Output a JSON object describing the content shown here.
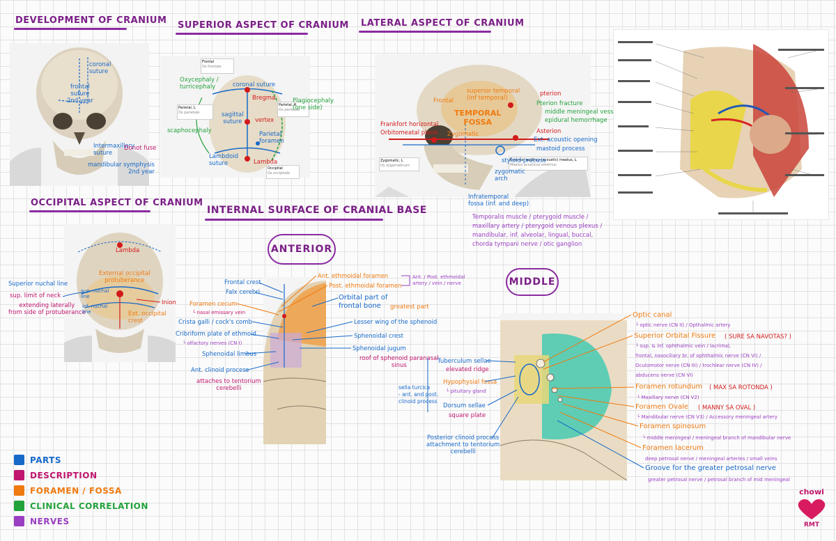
{
  "titles": {
    "development": "DEVELOPMENT OF CRANIUM",
    "superior": "SUPERIOR ASPECT OF CRANIUM",
    "lateral": "LATERAL ASPECT OF CRANIUM",
    "occipital": "OCCIPITAL ASPECT OF CRANIUM",
    "internal": "INTERNAL SURFACE OF CRANIAL BASE"
  },
  "pills": {
    "anterior": "ANTERIOR",
    "middle": "MIDDLE"
  },
  "development": {
    "coronal_suture": "coronal\nsuture",
    "frontal_suture": "frontal\nsuture\n2nd year",
    "intermaxillary": "Intermaxillary\nsuture",
    "donot_fuse": "Donot fuse",
    "mandibular": "mandibular symphysis\n2nd year"
  },
  "superior": {
    "oxycephaly": "Oxycephaly /\nturricephaly",
    "coronal_suture": "coronal suture",
    "bregma": "Bregma",
    "plagiocephaly": "Plagiocephaly\n(one side)",
    "sagittal": "sagittal\nsuture",
    "vertex": "vertex",
    "parietal_foramen": "Parietal\nforamen",
    "scaphocephaly": "scaphocephaly",
    "lambdoid": "Lambdoid\nsuture",
    "lambda": "Lambda",
    "tag_frontal": "Frontal",
    "tag_frontal_sub": "Os frontale",
    "tag_parietal_l": "Parietal, L",
    "tag_parietal_l_sub": "Os parietale",
    "tag_parietal_r": "Parietal, R",
    "tag_parietal_r_sub": "Os parietale",
    "tag_occipital": "Occipital",
    "tag_occipital_sub": "Os occipitale"
  },
  "lateral": {
    "pterion": "pterion",
    "pterion_fracture": "Pterion fracture",
    "mmv": "middle meningeal vessels",
    "epidural": "epidural hemorrhage",
    "frontal": "Frontal",
    "superior_temporal": "superior temporal\n(inf temporal)",
    "temporal_fossa": "TEMPORAL\nFOSSA",
    "frankfort": "Frankfort horizontal",
    "orbitomeatal": "Orbitomeatal plane",
    "zygomatic_lbl": "Zygomatic",
    "asterion": "Asterion",
    "ext_acoustic": "Ext. acoustic opening",
    "mastoid": "mastoid process",
    "styloid": "styloid process",
    "zygomatic_arch": "zygomatic\narch",
    "tag_zygomatic": "Zygomatic, L",
    "tag_zygomatic_sub": "Os zygomaticum",
    "tag_ext_aud": "External auditory (acoustic) meatus, L",
    "tag_ext_aud_sub": "Meatus acusticus externus",
    "infratemporal": "Infratemporal\nfossa (inf. and deep)",
    "contents": "Temporalis muscle / pterygoid muscle /\nmaxillary artery / pterygoid venous plexus /\nmandibular, inf. alveolar, lingual, buccal,\nchorda tympani nerve / otic ganglion"
  },
  "occipital": {
    "lambda": "Lambda",
    "ext_occ_prot": "External occipital\nprotuberance",
    "sup_nuchal": "Superior nuchal line",
    "sup_limit": "sup. limit of neck",
    "extending": "extending laterally\nfrom side of protuberance",
    "sup_nuchal_line": "sup. nuchal\nline",
    "inf_nuchal_line": "inf. nuchal\nline",
    "inion": "Inion",
    "ext_occ_crest": "Ext. occipital\ncrest"
  },
  "anterior": {
    "frontal_crest": "Frontal crest",
    "falx": "Falx cerebri",
    "foramen_cecum": "Foramen cecum",
    "nasal_emissary": "└ nasal emissary vein",
    "crista_galli": "Crista galli / cock's comb",
    "cribriform": "Cribriform plate of ethmoid",
    "olfactory": "└ olfactory nerves (CN I)",
    "sph_limbus": "Sphenoidal limbus",
    "ant_clinoid": "Ant. clinoid process",
    "attaches": "attaches to tentorium\ncerebelli",
    "ant_ethmoidal": "Ant. ethmoidal foramen",
    "post_ethmoidal": "Post. ethmoidal foramen",
    "ethmoidal_vessels": "Ant. / Post. ethmoidal\nartery / vein / nerve",
    "orbital_part": "Orbital part of\nfrontal bone",
    "greatest": "greatest part",
    "lesser_wing": "Lesser wing of the sphenoid",
    "sph_crest": "Sphenoidal crest",
    "sph_jugum": "Sphenoidal jugum",
    "roof": "roof of sphenoid paranasal\nsinus"
  },
  "middle": {
    "tuberculum": "Tuberculum sellae",
    "elevated": "elevated ridge",
    "hypophysial": "Hypophysial fossa",
    "pituitary": "└ pituitary gland",
    "sella": "sella turcica\n- ant. and post.\nclinoid process",
    "dorsum": "Dorsum sellae",
    "square": "square plate",
    "post_clinoid": "Posterior clinoid process\nattachment to tentorium\ncerebelli",
    "optic_canal": "Optic canal",
    "optic_nerve": "└ optic nerve (CN II) / Opthalmic artery",
    "sup_orbital": "Superior Orbital Fissure",
    "sure_sa": "( SURE SA NAVOTAS? )",
    "sof_contents_1": "└ sup. & inf. ophthalmic vein / lacrimal,",
    "sof_contents_2": "frontal, nasociliary br. of ophthalmic nerve (CN VI) /",
    "sof_contents_3": "Oculomotor nerve (CN III) / trochlear nerve (CN IV) /",
    "sof_contents_4": "abducens nerve (CN VI)",
    "rotundum": "Foramen rotundum",
    "max_sa": "( MAX SA ROTONDA )",
    "maxillary_nerve": "└ Maxillary nerve (CN V2)",
    "ovale": "Foramen Ovale",
    "manny": "( MANNY SA OVAL )",
    "mandibular_nerve": "└ Mandibular nerve (CN V3) / Accessory meningeal artery",
    "spinosum": "Foramen spinosum",
    "middle_meningeal": "└ middle meningeal / meningeal branch of mandibular nerve",
    "lacerum": "Foramen lacerum",
    "deep_petrosal": "deep petrosal nerve / meningeal arteries / small veins",
    "groove": "Groove for the greater petrosal nerve",
    "greater_petrosal": "greater petrosal nerve / petrosal branch of mid meningeal"
  },
  "legend": [
    {
      "label": "PARTS",
      "color": "#1769c9"
    },
    {
      "label": "DESCRIPTION",
      "color": "#c0166e"
    },
    {
      "label": "FORAMEN / FOSSA",
      "color": "#ef7a10"
    },
    {
      "label": "CLINICAL CORRELATION",
      "color": "#23a23c"
    },
    {
      "label": "NERVES",
      "color": "#9a3ec2"
    }
  ],
  "logo": {
    "top": "chowi",
    "bottom": "RMT"
  }
}
